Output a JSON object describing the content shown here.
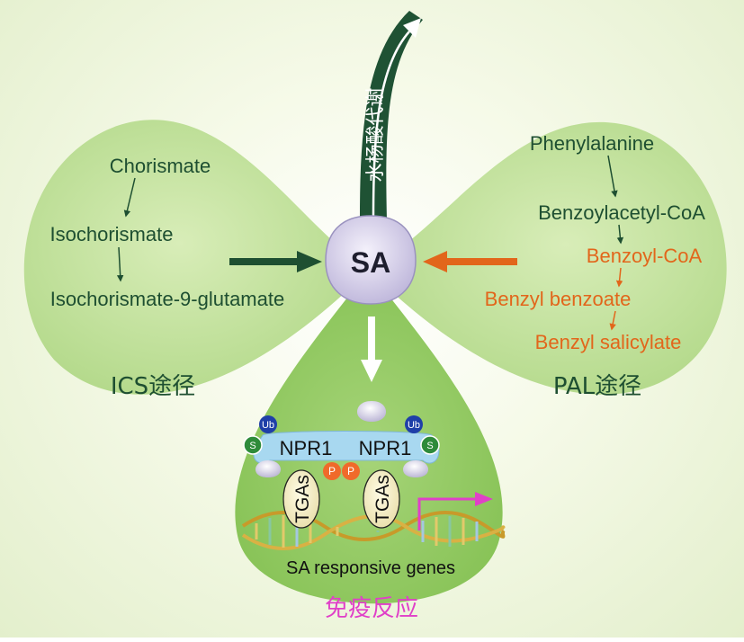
{
  "colors": {
    "lobe_fill": "#b6dc8c",
    "lobe_fill_light": "#cfe8a9",
    "lobe_bottom": "#8cc65a",
    "dark_green": "#1e4f31",
    "orange": "#e2661b",
    "magenta": "#e040c8",
    "npr1_blue": "#a8d8f0",
    "ub_blue": "#1f3fa8",
    "s_green": "#2e8b3a",
    "p_orange": "#f06a2a",
    "sa_purple": "#cfc8e6"
  },
  "center": {
    "label": "SA"
  },
  "metabolism_arrow": {
    "label": "水杨酸代谢"
  },
  "ics_pathway": {
    "steps": [
      "Chorismate",
      "Isochorismate",
      "Isochorismate-9-glutamate"
    ],
    "title": "ICS途径"
  },
  "pal_pathway": {
    "steps_green": [
      "Phenylalanine",
      "Benzoylacetyl-CoA"
    ],
    "steps_orange": [
      "Benzoyl-CoA",
      "Benzyl benzoate",
      "Benzyl salicylate"
    ],
    "title": "PAL途径"
  },
  "immune_lobe": {
    "npr1_left": "NPR1",
    "npr1_right": "NPR1",
    "ub_label": "Ub",
    "s_label": "S",
    "p_label": "P",
    "tga_label": "TGAs",
    "genes_label": "SA responsive genes",
    "title": "免疫反应"
  }
}
